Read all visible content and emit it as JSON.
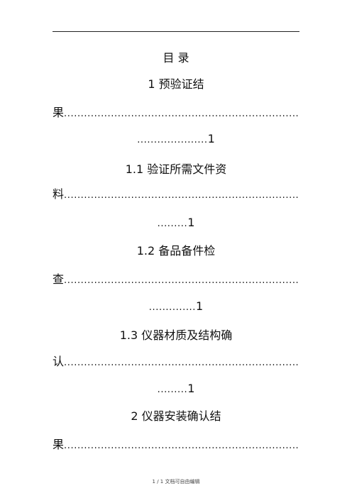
{
  "toc": {
    "title": "目  录",
    "entries": [
      {
        "heading": "1 预验证结",
        "lead": "果",
        "lead_dots": "...........................................................................",
        "tail_dots": ".....................",
        "page": "1"
      },
      {
        "heading": "1.1 验证所需文件资",
        "lead": "料 ",
        "lead_dots": "...........................................................................",
        "tail_dots": ".........",
        "page": "1"
      },
      {
        "heading": "1.2 备品备件检",
        "lead": "查",
        "lead_dots": "...........................................................................",
        "tail_dots": "..............",
        "page": "1"
      },
      {
        "heading": "1.3 仪器材质及结构确",
        "lead": "认",
        "lead_dots": "...........................................................................",
        "tail_dots": ".........",
        "page": "1"
      },
      {
        "heading": "2 仪器安装确认结",
        "lead": "果",
        "lead_dots": "...........................................................................",
        "tail_dots": "",
        "page": ""
      }
    ]
  },
  "footer": {
    "text": "1 / 1 文档可自由编辑"
  }
}
